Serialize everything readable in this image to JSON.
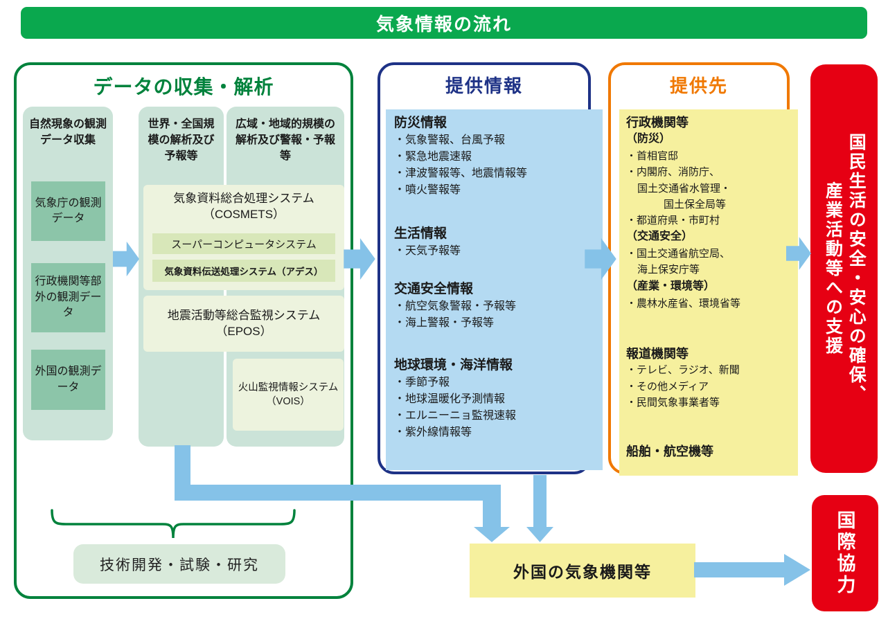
{
  "banner": {
    "title": "気象情報の流れ"
  },
  "colors": {
    "banner_green": "#0aa84e",
    "section_green": "#00823c",
    "teal_panel": "#cbe3d8",
    "teal_box": "#8cc5a9",
    "system_box": "#edf3de",
    "system_subbox": "#d8e7b9",
    "navy": "#1e3286",
    "info_box_blue": "#b4daf2",
    "orange": "#f07800",
    "dest_box_yellow": "#f6f09e",
    "red": "#e60013",
    "arrow_blue": "#85c2e8",
    "tech_box_green": "#d9eadb"
  },
  "collection": {
    "title": "データの収集・解析",
    "col1": {
      "header": "自然現象の観測データ収集",
      "boxes": [
        "気象庁の観測データ",
        "行政機関等部外の観測データ",
        "外国の観測データ"
      ]
    },
    "col2_header": "世界・全国規模の解析及び予報等",
    "col3_header": "広域・地域的規模の解析及び警報・予報等",
    "cosmets": {
      "name": "気象資料総合処理システム",
      "abbr": "（COSMETS）",
      "sub1": "スーパーコンピュータシステム",
      "sub2": "気象資料伝送処理システム（アデス）"
    },
    "epos": {
      "name": "地震活動等総合監視システム",
      "abbr": "（EPOS）"
    },
    "vois": {
      "name": "火山監視情報システム",
      "abbr": "（VOIS）"
    }
  },
  "provided_info": {
    "title": "提供情報",
    "boxes": [
      {
        "heading": "防災情報",
        "items": [
          "・気象警報、台風予報",
          "・緊急地震速報",
          "・津波警報等、地震情報等",
          "・噴火警報等"
        ]
      },
      {
        "heading": "生活情報",
        "items": [
          "・天気予報等"
        ]
      },
      {
        "heading": "交通安全情報",
        "items": [
          "・航空気象警報・予報等",
          "・海上警報・予報等"
        ]
      },
      {
        "heading": "地球環境・海洋情報",
        "items": [
          "・季節予報",
          "・地球温暖化予測情報",
          "・エルニーニョ監視速報",
          "・紫外線情報等"
        ]
      }
    ]
  },
  "destinations": {
    "title": "提供先",
    "gov": {
      "heading": "行政機関等",
      "lines": [
        {
          "t": "（防災）"
        },
        {
          "t": "・首相官邸"
        },
        {
          "t": "・内閣府、消防庁、"
        },
        {
          "t": "国土交通省水管理・"
        },
        {
          "t": "国土保全局等"
        },
        {
          "t": "・都道府県・市町村"
        },
        {
          "t": "（交通安全）"
        },
        {
          "t": "・国土交通省航空局、"
        },
        {
          "t": "海上保安庁等"
        },
        {
          "t": "（産業・環境等）"
        },
        {
          "t": "・農林水産省、環境省等"
        }
      ]
    },
    "media": {
      "heading": "報道機関等",
      "items": [
        "・テレビ、ラジオ、新聞",
        "・その他メディア",
        "・民間気象事業者等"
      ]
    },
    "ships": {
      "heading": "船舶・航空機等"
    }
  },
  "outcome": {
    "line1": "国民生活の安全・安心の確保、",
    "line2": "産業活動等への支援"
  },
  "bottom": {
    "tech": "技術開発・試験・研究",
    "foreign": "外国の気象機関等",
    "intl": "国際協力"
  }
}
